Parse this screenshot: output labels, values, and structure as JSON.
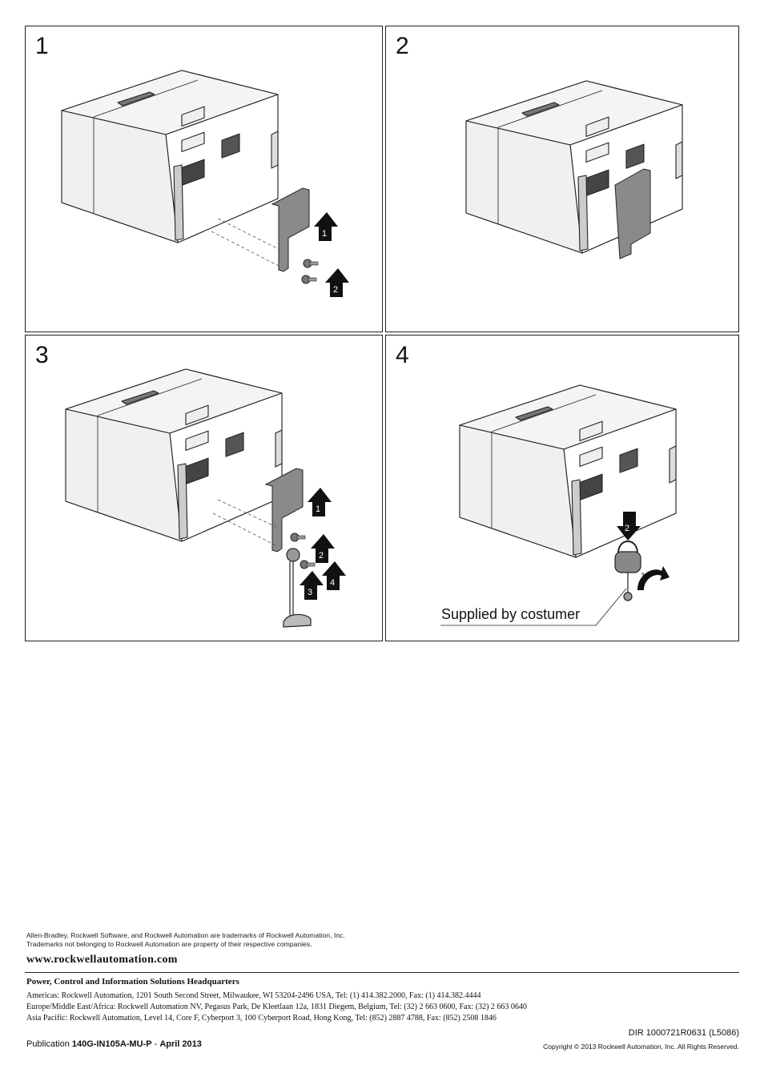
{
  "panels": [
    {
      "number": "1"
    },
    {
      "number": "2"
    },
    {
      "number": "3"
    },
    {
      "number": "4",
      "callout": "Supplied by costumer"
    }
  ],
  "steps": {
    "p1": [
      "1",
      "2"
    ],
    "p3": [
      "1",
      "2",
      "3",
      "4"
    ],
    "p4": [
      "1",
      "2"
    ]
  },
  "footer": {
    "trademark_line1": "Allen-Bradley, Rockwell Software, and Rockwell Automation are trademarks of Rockwell Automation, Inc.",
    "trademark_line2": "Trademarks not belonging to Rockwell Automation are property of their respective companies.",
    "website": "www.rockwellautomation.com",
    "hq_title": "Power, Control and Information Solutions Headquarters",
    "americas": "Americas: Rockwell Automation, 1201 South Second Street, Milwaukee, WI 53204-2496 USA, Tel: (1) 414.382.2000, Fax: (1) 414.382.4444",
    "emea": "Europe/Middle East/Africa: Rockwell Automation NV, Pegasus Park, De Kleetlaan 12a, 1831 Diegem, Belgium, Tel: (32) 2 663 0600, Fax: (32) 2 663 0640",
    "asia": "Asia Pacific: Rockwell Automation, Level 14, Core F, Cyberport 3, 100 Cyberport Road, Hong Kong, Tel: (852) 2887 4788, Fax: (852) 2508 1846",
    "dir": "DIR 1000721R0631 (L5086)",
    "publication_prefix": "Publication",
    "publication_number": "140G-IN105A-MU-P",
    "publication_sep": "-",
    "publication_date": "April 2013",
    "copyright": "Copyright © 2013 Rockwell Automation, Inc. All Rights Reserved."
  }
}
